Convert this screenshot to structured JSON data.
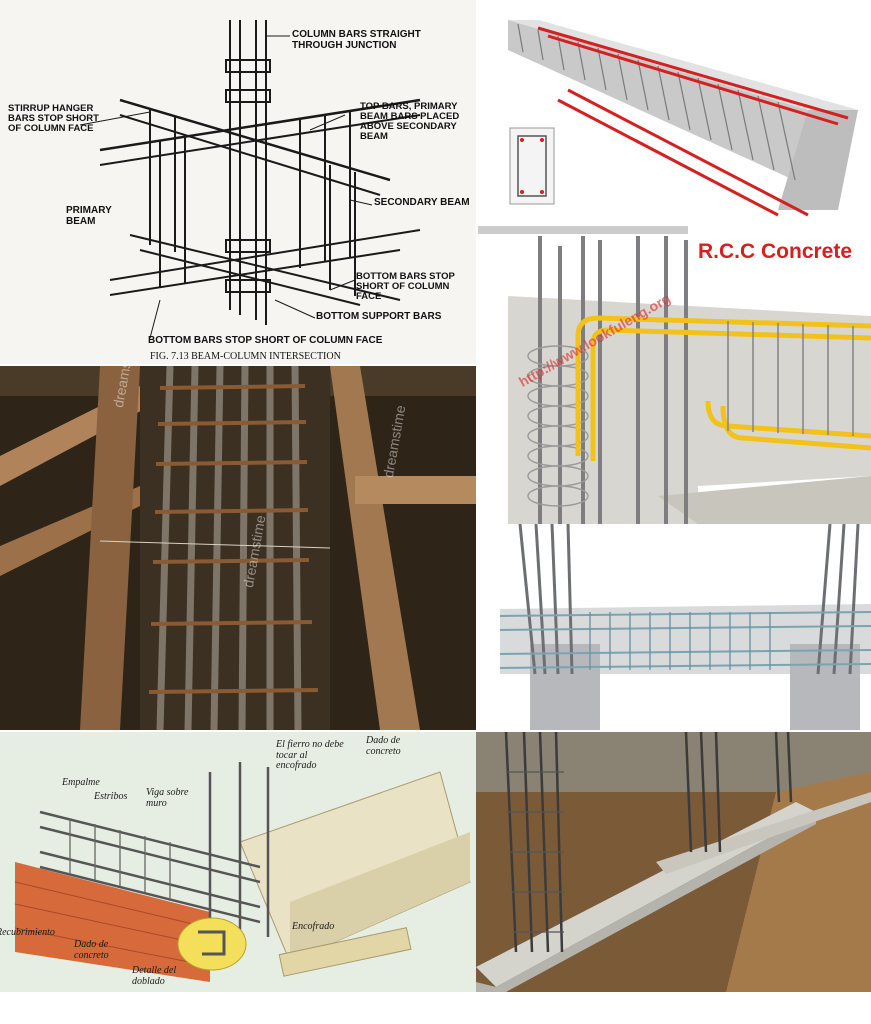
{
  "panel1": {
    "labels": {
      "column_bars": "COLUMN BARS STRAIGHT THROUGH JUNCTION",
      "stirrup_hanger": "STIRRUP HANGER BARS STOP SHORT OF COLUMN FACE",
      "top_bars": "TOP BARS, PRIMARY BEAM BARS PLACED ABOVE SECONDARY BEAM",
      "primary_beam": "PRIMARY BEAM",
      "secondary_beam": "SECONDARY BEAM",
      "bottom_bars_right": "BOTTOM BARS STOP SHORT OF COLUMN FACE",
      "bottom_support": "BOTTOM SUPPORT BARS",
      "bottom_bars_bottom": "BOTTOM BARS STOP SHORT OF COLUMN FACE"
    },
    "caption": "FIG. 7.13 BEAM-COLUMN INTERSECTION"
  },
  "panel2": {},
  "panel3": {
    "title": "R.C.C Concrete"
  },
  "panel4": {
    "watermark": "dreamstime"
  },
  "panel5": {
    "url_watermark": "http://www.lookfuleng.org"
  },
  "panel6": {},
  "panel7": {
    "labels": {
      "empalme": "Empalme",
      "estribos": "Estribos",
      "viga": "Viga sobre muro",
      "fierro": "El fierro no debe tocar al encofrado",
      "dado_top": "Dado de concreto",
      "recubrimiento": "Recubrimiento",
      "dado_bottom": "Dado de concreto",
      "detalle": "Detalle del doblado",
      "encofrado": "Encofrado"
    }
  },
  "panel8": {}
}
